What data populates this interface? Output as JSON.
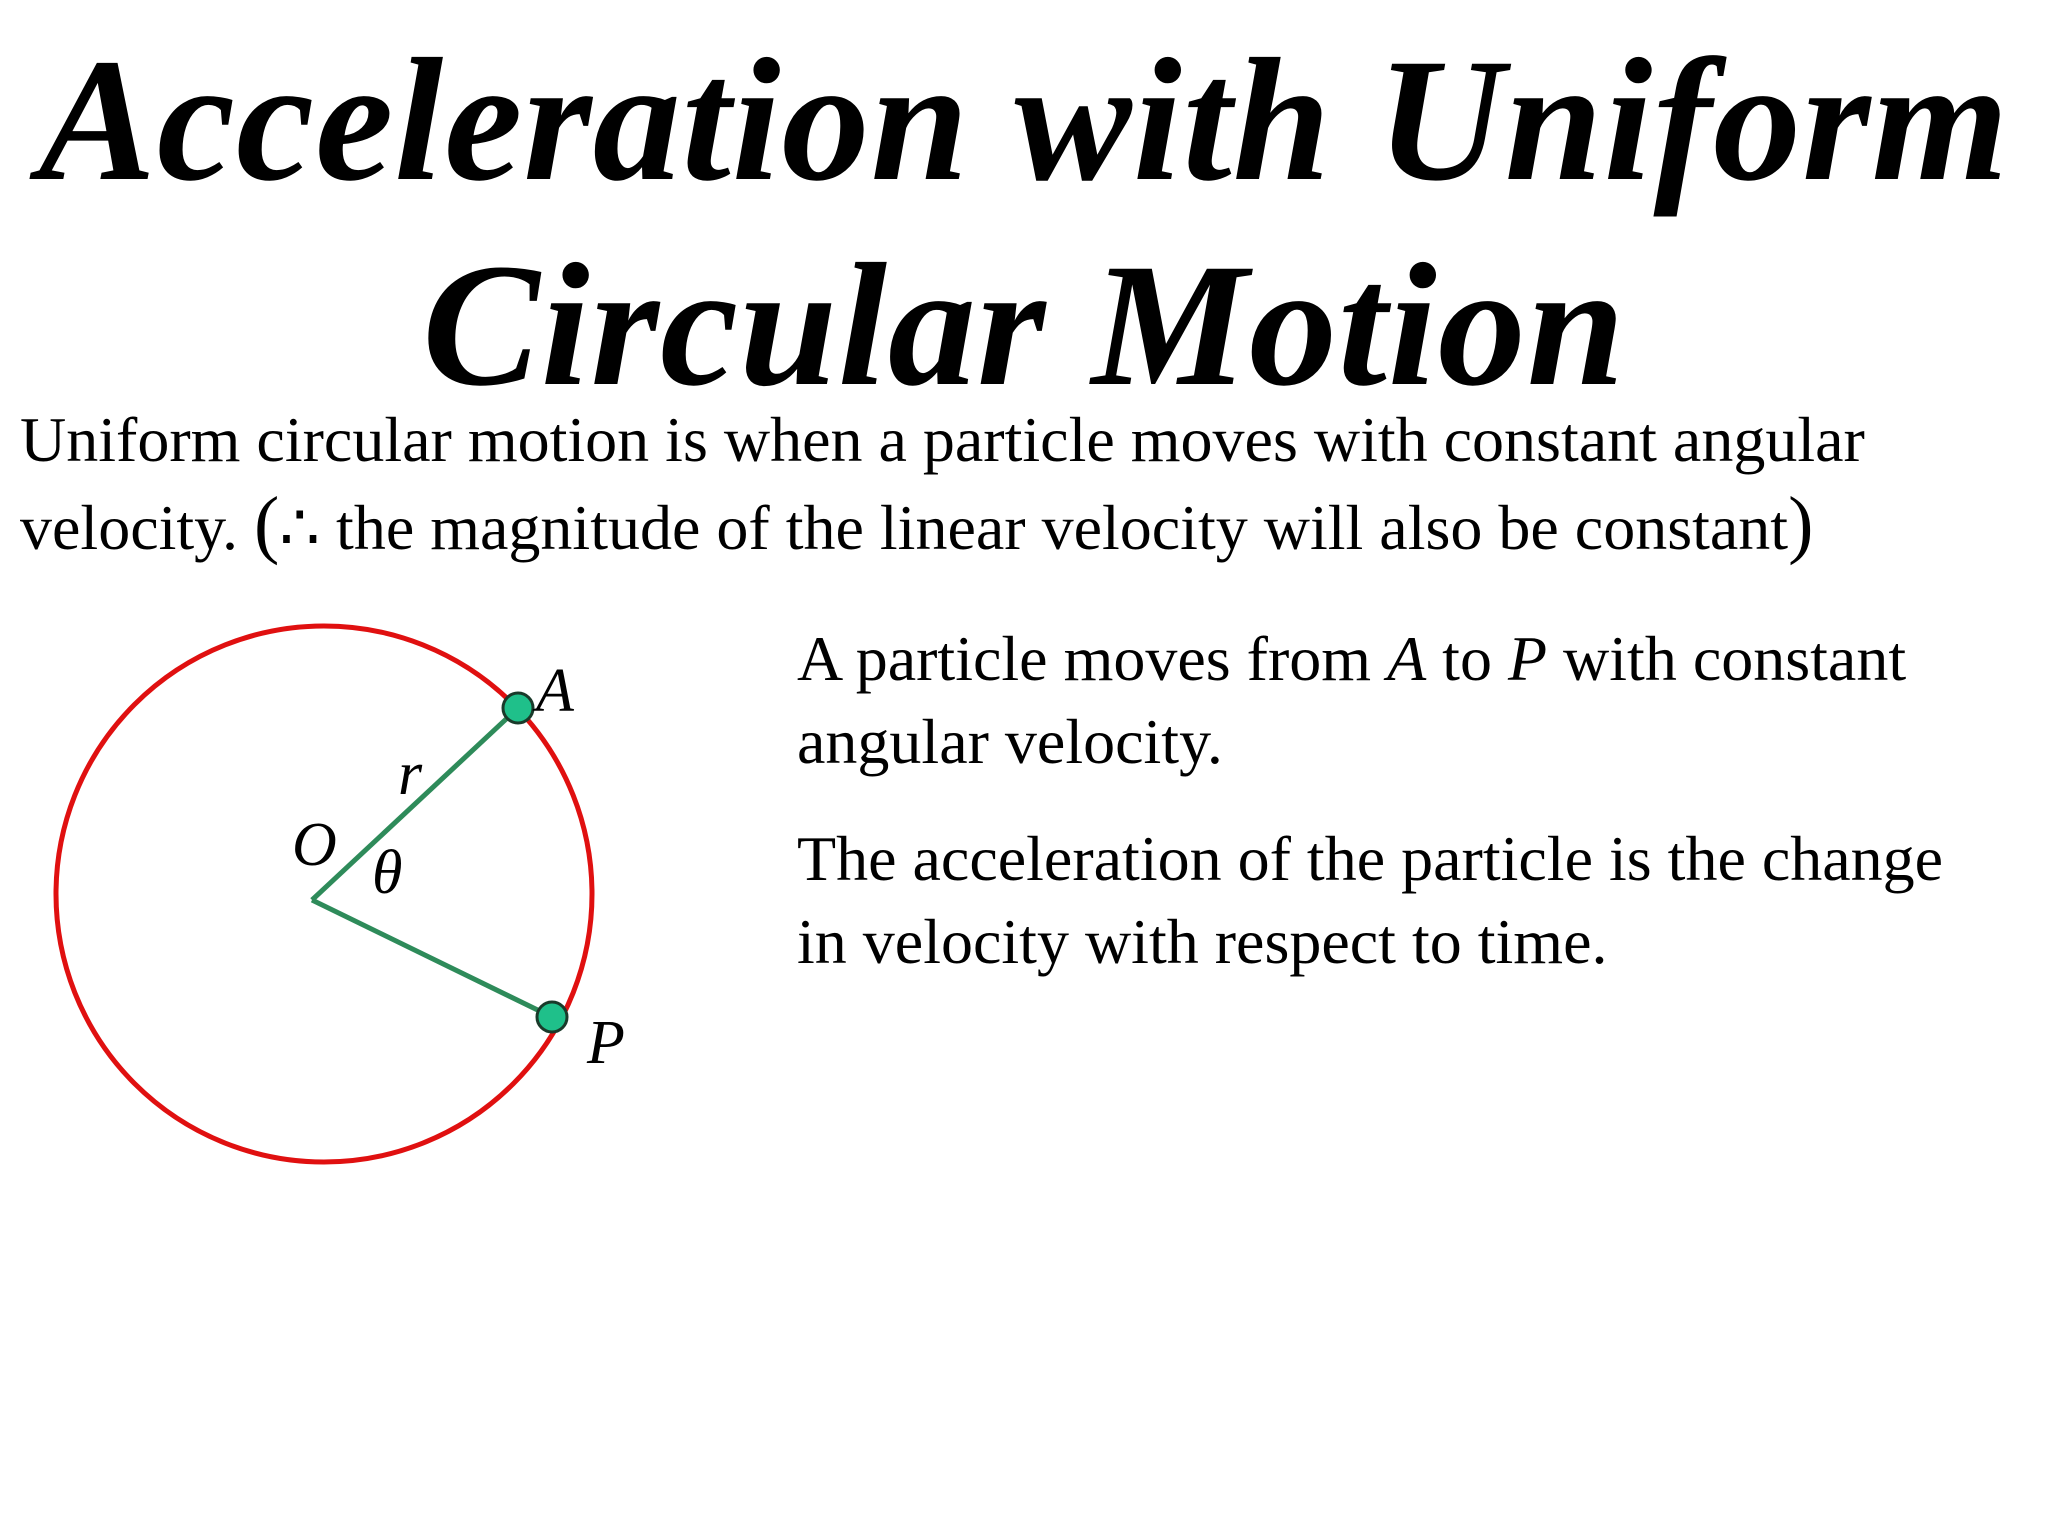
{
  "title": {
    "line1": "Acceleration with Uniform",
    "line2": "Circular Motion"
  },
  "intro": {
    "line1": "Uniform circular motion is when a particle moves with constant angular",
    "line2_prefix": "velocity.",
    "line2_paren_open": "(",
    "line2_body": "∴ the magnitude of  the linear velocity will also be constant",
    "line2_paren_close": ")"
  },
  "diagram": {
    "labels": {
      "point_a": "A",
      "point_p": "P",
      "center": "O",
      "radius": "r",
      "angle": "θ"
    },
    "colors": {
      "circle": "#e01010",
      "radius_line": "#2e8b5a",
      "point_fill": "#1fc08a",
      "point_stroke": "#1a3a2a"
    }
  },
  "description": {
    "p1_part1": "A particle moves from ",
    "p1_var_a": "A",
    "p1_part2": " to ",
    "p1_var_p": "P",
    "p1_part3": " with constant",
    "p1_line2": "angular velocity.",
    "p2_line1": "The acceleration of the particle is the change",
    "p2_line2": "in velocity with respect to time."
  }
}
